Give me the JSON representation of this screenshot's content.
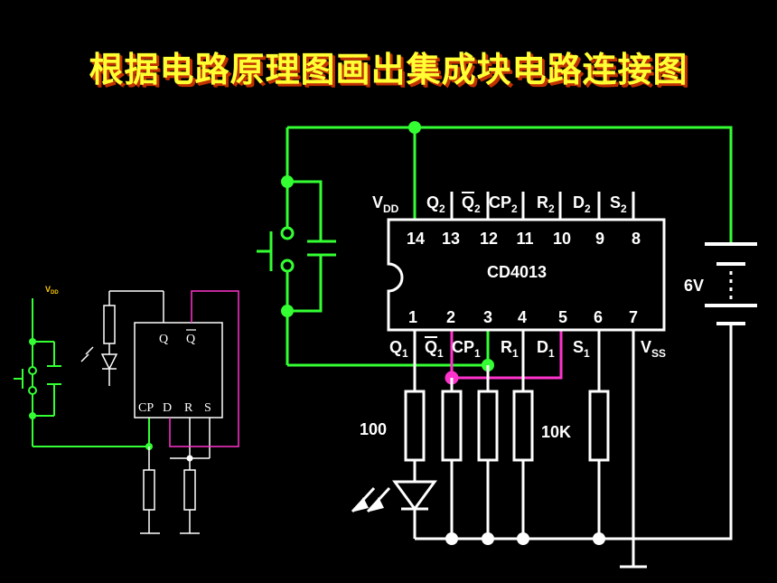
{
  "title": "根据电路原理图画出集成块电路连接图",
  "colors": {
    "background": "#000000",
    "title": "#ffff33",
    "title_shadow": "#c03000",
    "wire_green": "#33ff33",
    "wire_magenta": "#ff33cc",
    "vdd_label": "#ffcc00"
  },
  "schematic": {
    "vdd": "V",
    "vdd_sub": "DD",
    "pin_labels": {
      "q": "Q",
      "qbar": "Q",
      "cp": "CP",
      "d": "D",
      "r": "R",
      "s": "S"
    }
  },
  "chip": {
    "name": "CD4013",
    "top_pins": [
      "14",
      "13",
      "12",
      "11",
      "10",
      "9",
      "8"
    ],
    "bottom_pins": [
      "1",
      "2",
      "3",
      "4",
      "5",
      "6",
      "7"
    ],
    "top_labels": [
      {
        "main": "V",
        "sub": "DD"
      },
      {
        "main": "Q",
        "sub": "2"
      },
      {
        "main": "Q",
        "sub": "2"
      },
      {
        "main": "CP",
        "sub": "2"
      },
      {
        "main": "R",
        "sub": "2"
      },
      {
        "main": "D",
        "sub": "2"
      },
      {
        "main": "S",
        "sub": "2"
      }
    ],
    "bottom_labels": [
      {
        "main": "Q",
        "sub": "1"
      },
      {
        "main": "Q",
        "sub": "1"
      },
      {
        "main": "CP",
        "sub": "1"
      },
      {
        "main": "R",
        "sub": "1"
      },
      {
        "main": "D",
        "sub": "1"
      },
      {
        "main": "S",
        "sub": "1"
      },
      {
        "main": "V",
        "sub": "SS"
      }
    ],
    "resistor_led": "100",
    "resistor_pulldown": "10K",
    "battery": "6V"
  }
}
